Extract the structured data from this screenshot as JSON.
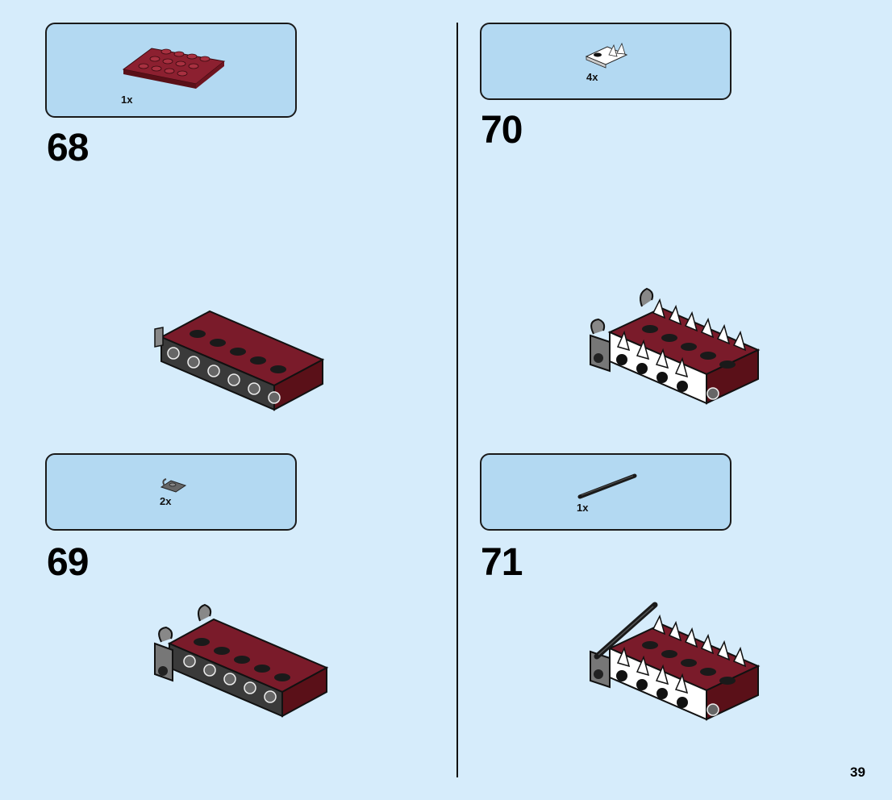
{
  "page": {
    "number": "39",
    "background": "#d6ecfb"
  },
  "steps": [
    {
      "number": "68",
      "parts": [
        {
          "name": "dark red 2x6 plate",
          "qty": "1x"
        }
      ]
    },
    {
      "number": "69",
      "parts": [
        {
          "name": "dark gray clip plate",
          "qty": "2x"
        }
      ]
    },
    {
      "number": "70",
      "parts": [
        {
          "name": "white tooth plate",
          "qty": "4x"
        }
      ]
    },
    {
      "number": "71",
      "parts": [
        {
          "name": "black bar",
          "qty": "1x"
        }
      ]
    }
  ],
  "colors": {
    "callout_fill": "#b3d9f2",
    "dark_red": "#7a1b2a",
    "dark_gray": "#555555",
    "white": "#ffffff",
    "black": "#1a1a1a"
  }
}
